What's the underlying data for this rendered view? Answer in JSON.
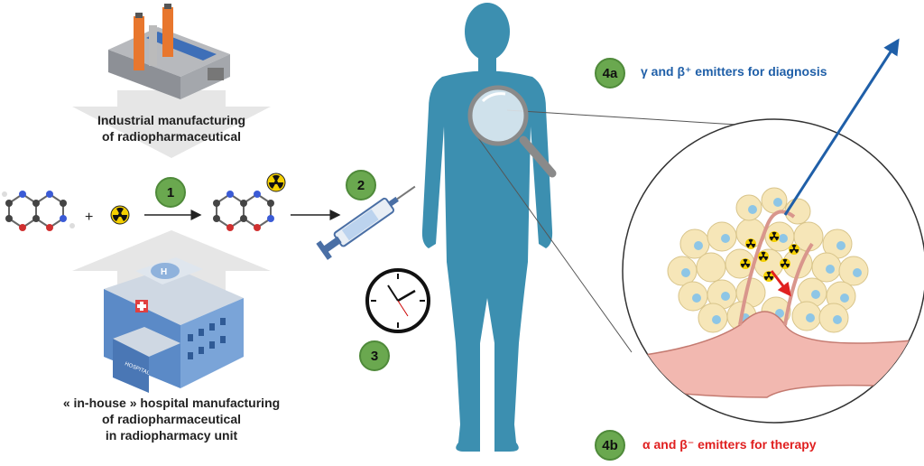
{
  "labels": {
    "industrial_line1": "Industrial manufacturing",
    "industrial_line2": "of radiopharmaceutical",
    "inhouse_line1": "« in-house » hospital manufacturing",
    "inhouse_line2": "of radiopharmaceutical",
    "inhouse_line3": "in radiopharmacy unit",
    "plus": "+",
    "hospital_sign": "HOSPITAL",
    "hospital_h": "H"
  },
  "steps": {
    "step1": "1",
    "step2": "2",
    "step3": "3",
    "step4a": "4a",
    "step4b": "4b"
  },
  "emitters": {
    "diagnosis": "γ and β⁺ emitters for diagnosis",
    "therapy": "α and β⁻ emitters for therapy"
  },
  "colors": {
    "body": "#3c8fb0",
    "badge": "#6aa84f",
    "diagnosis_text": "#1f5fa8",
    "therapy_text": "#e02020",
    "arrow_blue": "#1f5fa8",
    "arrow_red": "#e02020",
    "grey_arrow": "#d9d9d9",
    "radiation_yellow": "#f5d000"
  },
  "icons": [
    "factory-icon",
    "hospital-icon",
    "molecule-icon",
    "radiation-icon",
    "syringe-icon",
    "clock-icon",
    "magnifier-icon",
    "tumor-cells-icon",
    "blood-vessel-icon"
  ]
}
